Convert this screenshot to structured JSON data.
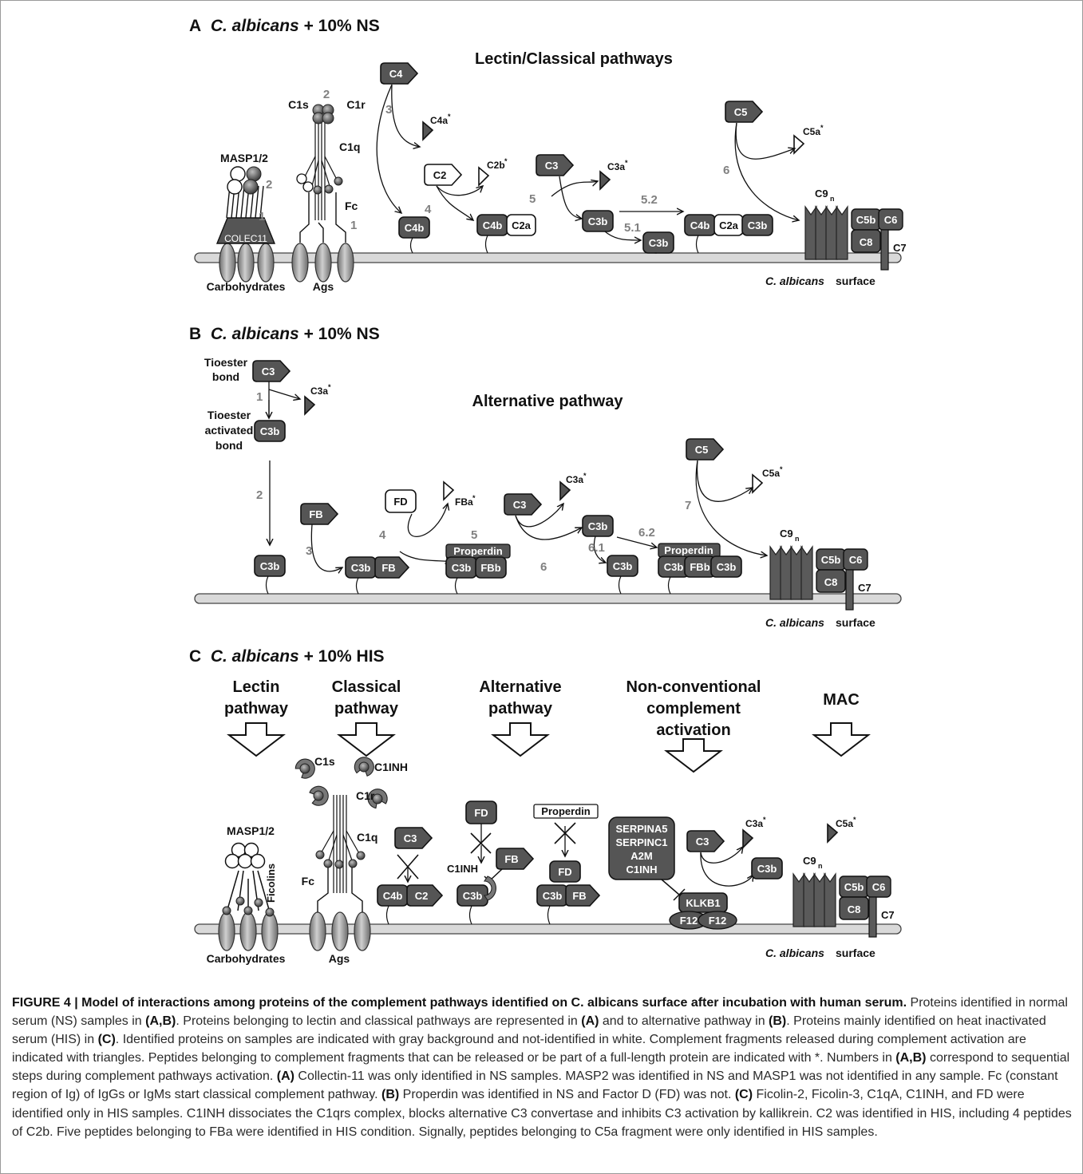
{
  "panel_a": {
    "letter": "A",
    "organism": "C. albicans",
    "condition": "+ 10% NS",
    "pathway_title": "Lectin/Classical pathways",
    "surface": "surface",
    "labels": {
      "masp": "MASP1/2",
      "colec": "COLEC11",
      "carbohydrates": "Carbohydrates",
      "ags": "Ags",
      "c1s": "C1s",
      "c1r": "C1r",
      "c1q": "C1q",
      "fc": "Fc",
      "c4": "C4",
      "c4a": "C4a",
      "c2": "C2",
      "c2b": "C2b",
      "c4b": "C4b",
      "c2a": "C2a",
      "c3": "C3",
      "c3a": "C3a",
      "c3b": "C3b",
      "c5": "C5",
      "c5a": "C5a",
      "c9n": "C9",
      "n": "n",
      "c5b": "C5b",
      "c6": "C6",
      "c8": "C8",
      "c7": "C7",
      "star": "*"
    },
    "steps": [
      "1",
      "2",
      "1",
      "2",
      "3",
      "4",
      "5",
      "5.1",
      "5.2",
      "6",
      "1"
    ]
  },
  "panel_b": {
    "letter": "B",
    "organism": "C. albicans",
    "condition": "+ 10% NS",
    "pathway_title": "Alternative pathway",
    "surface": "surface",
    "labels": {
      "tioester_bond": [
        "Tioester",
        "bond"
      ],
      "tioester_activated": [
        "Tioester",
        "activated",
        "bond"
      ],
      "c3": "C3",
      "c3a": "C3a",
      "c3b": "C3b",
      "fb": "FB",
      "fd": "FD",
      "fba": "FBa",
      "fbb": "FBb",
      "properdin": "Properdin",
      "c5": "C5",
      "c5a": "C5a",
      "c9n": "C9",
      "n": "n",
      "c5b": "C5b",
      "c6": "C6",
      "c8": "C8",
      "c7": "C7",
      "star": "*"
    },
    "steps": [
      "1",
      "2",
      "3",
      "4",
      "5",
      "6",
      "6.1",
      "6.2",
      "7"
    ]
  },
  "panel_c": {
    "letter": "C",
    "organism": "C. albicans",
    "condition": "+ 10% HIS",
    "headers": [
      [
        "Lectin",
        "pathway"
      ],
      [
        "Classical",
        "pathway"
      ],
      [
        "Alternative",
        "pathway"
      ],
      [
        "Non-conventional",
        "complement",
        "activation"
      ],
      [
        "MAC"
      ]
    ],
    "surface": "surface",
    "labels": {
      "masp": "MASP1/2",
      "ficolins": "Ficolins",
      "carbohydrates": "Carbohydrates",
      "ags": "Ags",
      "c1s": "C1s",
      "c1inh": "C1INH",
      "c1r": "C1r",
      "c1q": "C1q",
      "fc": "Fc",
      "c3": "C3",
      "c4b": "C4b",
      "c2": "C2",
      "fd": "FD",
      "fb": "FB",
      "c3b": "C3b",
      "properdin": "Properdin",
      "inhibitors": [
        "SERPINA5",
        "SERPINC1",
        "A2M",
        "C1INH"
      ],
      "klkb1": "KLKB1",
      "f12": "F12",
      "c3a": "C3a",
      "c5a": "C5a",
      "c9n": "C9",
      "n": "n",
      "c5b": "C5b",
      "c6": "C6",
      "c8": "C8",
      "c7": "C7",
      "star": "*"
    }
  },
  "caption": {
    "title": "FIGURE 4 | Model of interactions among proteins of the complement pathways identified on C. albicans surface after incubation with human serum.",
    "body": [
      {
        "t": "Proteins identified in normal serum (NS) samples in "
      },
      {
        "b": "(A,B)"
      },
      {
        "t": ". Proteins belonging to lectin and classical pathways are represented in "
      },
      {
        "b": "(A)"
      },
      {
        "t": " and to alternative pathway in "
      },
      {
        "b": "(B)"
      },
      {
        "t": ". Proteins mainly identified on heat inactivated serum (HIS) in "
      },
      {
        "b": "(C)"
      },
      {
        "t": ". Identified proteins on samples are indicated with gray background and not-identified in white. Complement fragments released during complement activation are indicated with triangles. Peptides belonging to complement fragments that can be released or be part of a full-length protein are indicated with *. Numbers in "
      },
      {
        "b": "(A,B)"
      },
      {
        "t": " correspond to sequential steps during complement pathways activation. "
      },
      {
        "b": "(A)"
      },
      {
        "t": " Collectin-11 was only identified in NS samples. MASP2 was identified in NS and MASP1 was not identified in any sample. Fc (constant region of Ig) of IgGs or IgMs start classical complement pathway. "
      },
      {
        "b": "(B)"
      },
      {
        "t": " Properdin was identified in NS and Factor D (FD) was not. "
      },
      {
        "b": "(C)"
      },
      {
        "t": " Ficolin-2, Ficolin-3, C1qA, C1INH, and FD were identified only in HIS samples. C1INH dissociates the C1qrs complex, blocks alternative C3 convertase and inhibits C3 activation by kallikrein. C2 was identified in HIS, including 4 peptides of C2b. Five peptides belonging to FBa were identified in HIS condition. Signally, peptides belonging to C5a fragment were only identified in HIS samples."
      }
    ]
  },
  "colors": {
    "identified": "#555555",
    "not_identified": "#ffffff",
    "membrane": "#d9d9d9",
    "step_number": "#808080",
    "stroke": "#111111"
  }
}
